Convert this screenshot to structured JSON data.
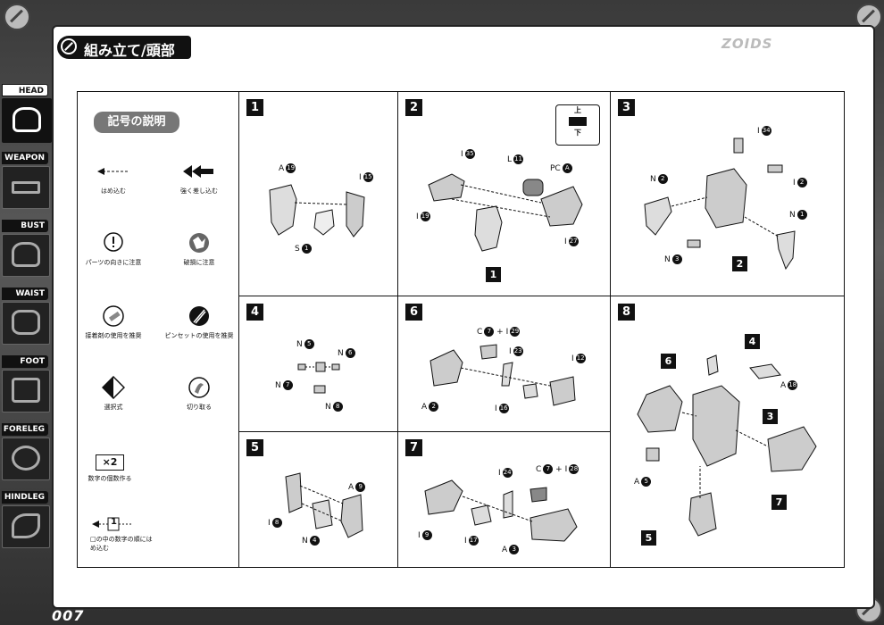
{
  "header": {
    "title": "組み立て/頭部",
    "brand": "ZOIDS"
  },
  "page_number": "007",
  "nav": [
    {
      "label": "HEAD",
      "active": true
    },
    {
      "label": "WEAPON",
      "active": false
    },
    {
      "label": "BUST",
      "active": false
    },
    {
      "label": "WAIST",
      "active": false
    },
    {
      "label": "FOOT",
      "active": false
    },
    {
      "label": "FORELEG",
      "active": false
    },
    {
      "label": "HINDLEG",
      "active": false
    }
  ],
  "legend": {
    "title": "記号の説明",
    "items": [
      {
        "text": "はめ込む",
        "icon": "dashed-arrow-icon"
      },
      {
        "text": "強く差し込む",
        "icon": "double-arrow-icon"
      },
      {
        "text": "パーツの向きに注意",
        "icon": "exclamation-bubble-icon"
      },
      {
        "text": "破損に注意",
        "icon": "breakage-icon"
      },
      {
        "text": "接着剤の使用を推奨",
        "icon": "glue-icon"
      },
      {
        "text": "ピンセットの使用を推奨",
        "icon": "tweezers-icon"
      },
      {
        "text": "選択式",
        "icon": "choice-icon"
      },
      {
        "text": "切り取る",
        "icon": "cut-icon"
      },
      {
        "text": "数字の個数作る",
        "icon": "multiply-icon",
        "badge": "×2"
      },
      {
        "text": "□の中の数字の順にはめ込む",
        "icon": "numbered-arrow-icon",
        "badge": "1"
      }
    ]
  },
  "steps": {
    "s1": {
      "num": "1",
      "labels": [
        {
          "text": "A",
          "n": "19"
        },
        {
          "text": "I",
          "n": "15"
        },
        {
          "text": "S",
          "n": "1"
        }
      ]
    },
    "s2": {
      "num": "2",
      "updown_top": "上",
      "updown_bottom": "下",
      "labels": [
        {
          "text": "I",
          "n": "35"
        },
        {
          "text": "L",
          "n": "11"
        },
        {
          "text": "PC",
          "n": "A"
        },
        {
          "text": "I",
          "n": "19"
        },
        {
          "text": "I",
          "n": "27"
        }
      ],
      "tag": "1"
    },
    "s3": {
      "num": "3",
      "labels": [
        {
          "text": "I",
          "n": "34"
        },
        {
          "text": "N",
          "n": "2"
        },
        {
          "text": "I",
          "n": "2"
        },
        {
          "text": "N",
          "n": "1"
        },
        {
          "text": "N",
          "n": "3"
        }
      ],
      "tag": "2"
    },
    "s4": {
      "num": "4",
      "labels": [
        {
          "text": "N",
          "n": "5"
        },
        {
          "text": "N",
          "n": "6"
        },
        {
          "text": "N",
          "n": "7"
        },
        {
          "text": "N",
          "n": "8"
        }
      ]
    },
    "s5": {
      "num": "5",
      "labels": [
        {
          "text": "A",
          "n": "9"
        },
        {
          "text": "I",
          "n": "8"
        },
        {
          "text": "N",
          "n": "4"
        }
      ]
    },
    "s6": {
      "num": "6",
      "labels": [
        {
          "text": "C",
          "n": "7",
          "plus": "+",
          "text2": "I",
          "n2": "29"
        },
        {
          "text": "I",
          "n": "23"
        },
        {
          "text": "I",
          "n": "12"
        },
        {
          "text": "A",
          "n": "2"
        },
        {
          "text": "I",
          "n": "16"
        }
      ]
    },
    "s7": {
      "num": "7",
      "labels": [
        {
          "text": "I",
          "n": "24"
        },
        {
          "text": "C",
          "n": "7",
          "plus": "+",
          "text2": "I",
          "n2": "28"
        },
        {
          "text": "I",
          "n": "9"
        },
        {
          "text": "I",
          "n": "17"
        },
        {
          "text": "A",
          "n": "3"
        }
      ]
    },
    "s8": {
      "num": "8",
      "labels": [
        {
          "text": "A",
          "n": "18"
        },
        {
          "text": "A",
          "n": "5"
        }
      ],
      "tags": [
        "4",
        "6",
        "3",
        "7",
        "5"
      ]
    }
  }
}
